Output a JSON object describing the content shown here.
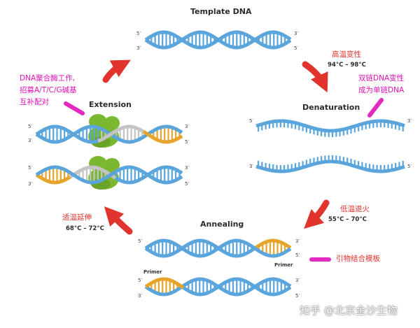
{
  "template_dna": {
    "title": "Template DNA",
    "five_prime": "5′",
    "three_prime": "3′"
  },
  "denaturation": {
    "title": "Denaturation",
    "temp": "94°C – 98°C",
    "cn_label": "高温变性",
    "note_lines": [
      "双链DNA变性",
      "成为单链DNA"
    ]
  },
  "annealing": {
    "title": "Annealing",
    "temp": "55°C – 70°C",
    "cn_label": "低温退火",
    "note": "引物结合模板",
    "primer": "Primer"
  },
  "extension": {
    "title": "Extension",
    "temp": "68°C – 72°C",
    "cn_label": "适温延伸",
    "note_lines": [
      "DNA聚合酶工作,",
      "招募A/T/C/G碱基",
      "互补配对"
    ]
  },
  "watermark": "知乎 @北京金沙生物",
  "colors": {
    "strand": "#5aa6dc",
    "primer": "#e6a52a",
    "new_strand": "#c4c4c4",
    "enzyme": "#7cb82f",
    "arrow": "#e0342c",
    "highlight": "#e012b8",
    "text_red": "#e8312b"
  }
}
